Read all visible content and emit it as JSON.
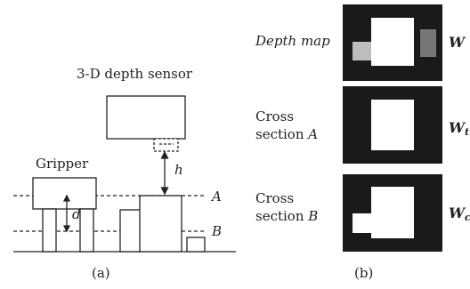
{
  "panel_a": {
    "sensor_label": "3-D depth sensor",
    "gripper_label": "Gripper",
    "height_symbol": "h",
    "depth_symbol": "d",
    "plane_a": "A",
    "plane_b": "B",
    "caption": "(a)"
  },
  "panel_b": {
    "rows": [
      {
        "label_line1": "Depth map",
        "label_line1_italic": true,
        "label_line2": "",
        "label_line2_text": "",
        "label_line2_var": "",
        "symbol": "W",
        "symbol_sub": ""
      },
      {
        "label_line1": "Cross",
        "label_line1_italic": false,
        "label_line2_text": "section ",
        "label_line2_var": "A",
        "symbol": "W",
        "symbol_sub": "t"
      },
      {
        "label_line1": "Cross",
        "label_line1_italic": false,
        "label_line2_text": "section ",
        "label_line2_var": "B",
        "symbol": "W",
        "symbol_sub": "c"
      }
    ],
    "caption": "(b)"
  },
  "colors": {
    "ink": "#222222",
    "map_background": "#1a1a1a",
    "object_white": "#ffffff",
    "object_light_gray": "#bdbdbd",
    "object_dark_gray": "#777777"
  }
}
